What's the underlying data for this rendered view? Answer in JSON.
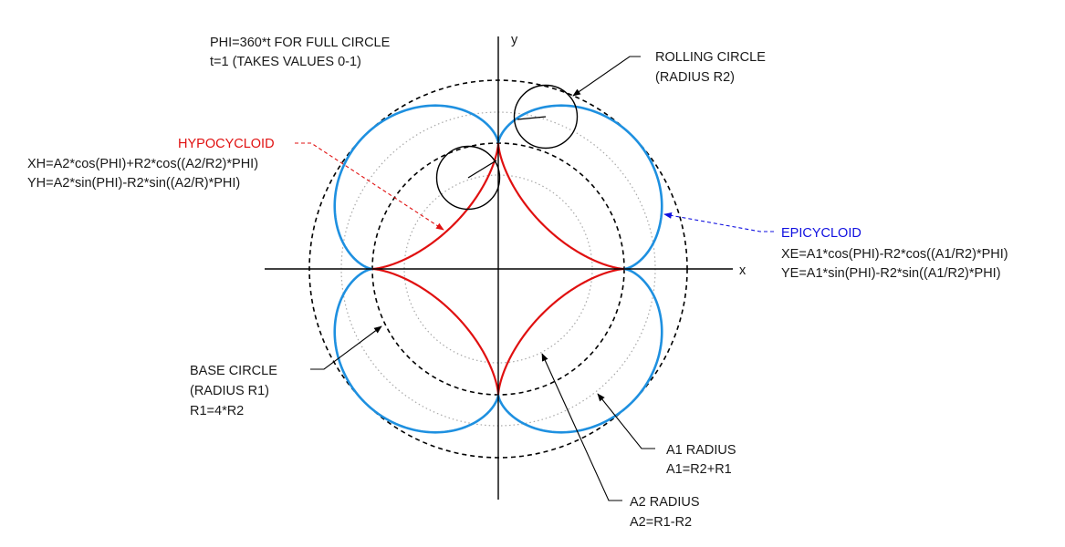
{
  "axes": {
    "x_label": "x",
    "y_label": "y"
  },
  "notes": {
    "phi_line1": "PHI=360*t FOR FULL CIRCLE",
    "phi_line2": "t=1 (TAKES VALUES 0-1)"
  },
  "rolling_circle": {
    "line1": "ROLLING CIRCLE",
    "line2": "(RADIUS R2)"
  },
  "hypocycloid": {
    "title": "HYPOCYCLOID",
    "eq_x": "XH=A2*cos(PHI)+R2*cos((A2/R2)*PHI)",
    "eq_y": "YH=A2*sin(PHI)-R2*sin((A2/R)*PHI)"
  },
  "epicycloid": {
    "title": "EPICYCLOID",
    "eq_x": "XE=A1*cos(PHI)-R2*cos((A1/R2)*PHI)",
    "eq_y": "YE=A1*sin(PHI)-R2*sin((A1/R2)*PHI)"
  },
  "base_circle": {
    "line1": "BASE CIRCLE",
    "line2": "(RADIUS R1)",
    "line3": "R1=4*R2"
  },
  "a1_radius": {
    "line1": "A1 RADIUS",
    "line2": "A1=R2+R1"
  },
  "a2_radius": {
    "line1": "A2 RADIUS",
    "line2": "A2=R1-R2"
  },
  "colors": {
    "hypocycloid": "#e01010",
    "epicycloid": "#1e90e0",
    "epicycloid_label": "#1010e0",
    "lines": "#000000",
    "dotted": "#a0a0a0"
  }
}
